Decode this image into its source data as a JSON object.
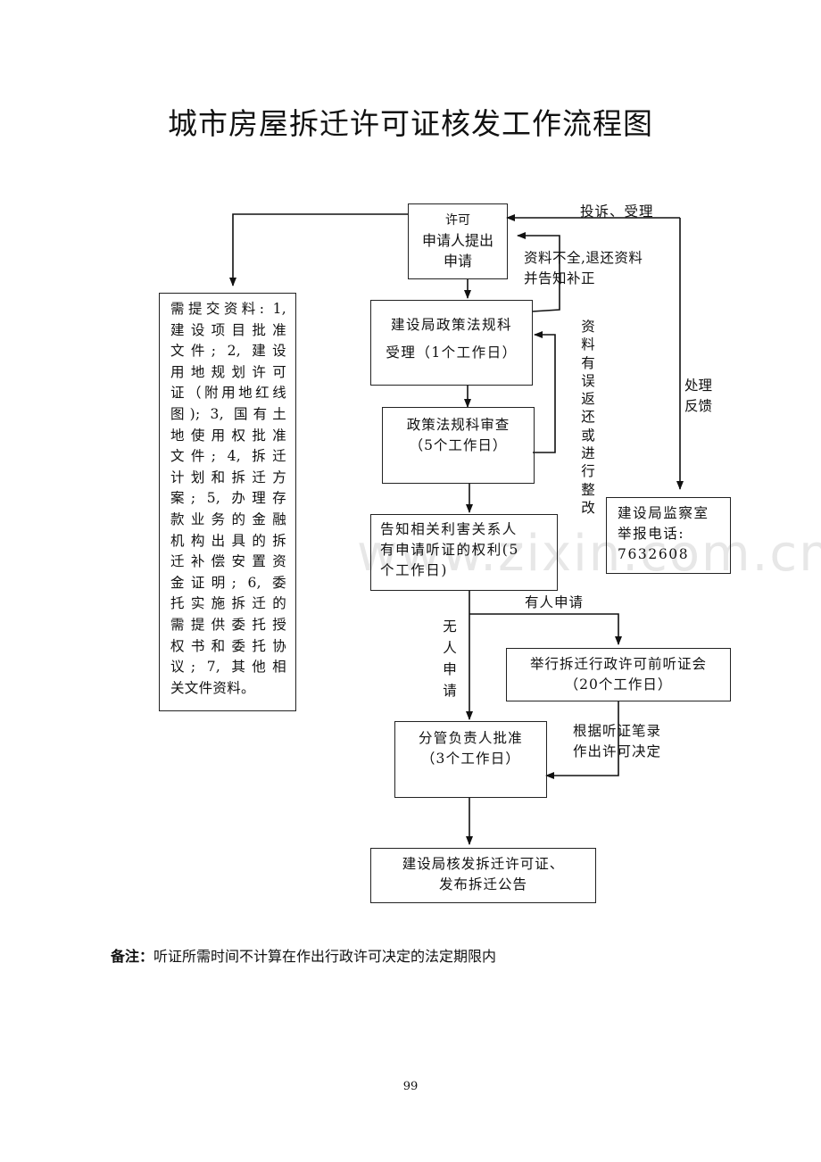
{
  "title": "城市房屋拆迁许可证核发工作流程图",
  "watermark": "www.zixin.com.cn",
  "nodes": {
    "apply": {
      "lines": [
        "许可",
        "申请人提出",
        "申请"
      ]
    },
    "accept": {
      "lines": [
        "建设局政策法规科",
        "受理（1个工作日）"
      ]
    },
    "review": {
      "lines": [
        "政策法规科审查",
        "（5个工作日）"
      ]
    },
    "notify": {
      "lines": [
        "告知相关利害关系人",
        "有申请听证的权利(5",
        "个工作日)"
      ]
    },
    "hearing": {
      "lines": [
        "举行拆迁行政许可前听证会",
        "（20个工作日）"
      ]
    },
    "approve": {
      "lines": [
        "分管负责人批准",
        "（3个工作日）"
      ]
    },
    "issue": {
      "lines": [
        "建设局核发拆迁许可证、",
        "发布拆迁公告"
      ]
    },
    "supervision": {
      "lines": [
        "建设局监察室",
        "举报电话:",
        "7632608"
      ]
    },
    "requirements": {
      "lines": [
        "需提交资料: 1,",
        "建设项目批准",
        "文件; 2, 建设",
        "用地规划许可",
        "证（附用地红线",
        "图); 3, 国有土",
        "地使用权批准",
        "文件; 4, 拆迁",
        "计划和拆迁方",
        "案; 5, 办理存",
        "款业务的金融",
        "机构出具的拆",
        "迁补偿安置资",
        "金证明; 6, 委",
        "托实施拆迁的",
        "需提供委托授",
        "权书和委托协",
        "议; 7, 其他相",
        "关文件资料。"
      ]
    }
  },
  "edge_labels": {
    "complaint": "投诉、受理",
    "incomplete": [
      "资料不全,退还资料",
      "并告知补正"
    ],
    "error_return": "资料有误返还或进行整改",
    "feedback": [
      "处理",
      "反馈"
    ],
    "someone_applies": "有人申请",
    "no_one_applies": "无人申请",
    "hearing_decision": [
      "根据听证笔录",
      "作出许可决定"
    ]
  },
  "note": {
    "label": "备注：",
    "text": "听证所需时间不计算在作出行政许可决定的法定期限内"
  },
  "page_number": "99"
}
